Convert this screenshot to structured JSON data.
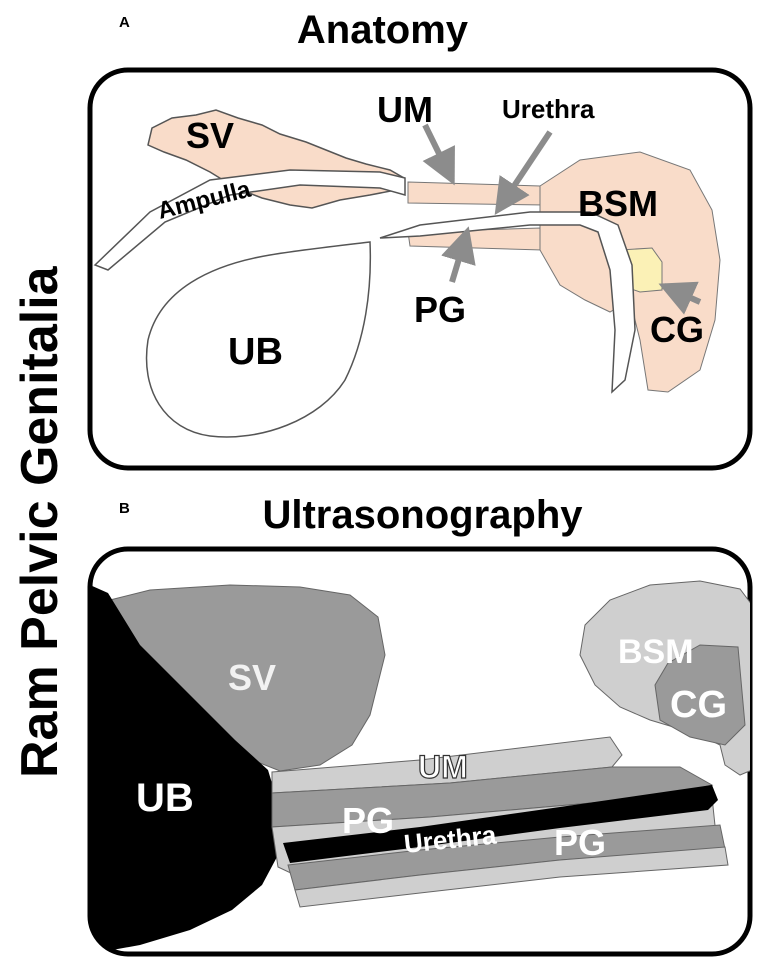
{
  "figure": {
    "side_title": "Ram Pelvic Genitalia",
    "panel_a": {
      "letter": "A",
      "title": "Anatomy",
      "labels": {
        "sv": "SV",
        "ampulla": "Ampulla",
        "um": "UM",
        "urethra": "Urethra",
        "bsm": "BSM",
        "pg": "PG",
        "ub": "UB",
        "cg": "CG"
      }
    },
    "panel_b": {
      "letter": "B",
      "title": "Ultrasonography",
      "labels": {
        "sv": "SV",
        "bsm": "BSM",
        "cg": "CG",
        "ub": "UB",
        "um": "UM",
        "pg_upper": "PG",
        "urethra": "Urethra",
        "pg_lower": "PG"
      }
    }
  },
  "colors": {
    "tissue": "#f9dcc9",
    "cg_fill": "#fbf1b6",
    "us_dark": "#000000",
    "us_mid": "#9a9a9a",
    "us_light": "#cfcfcf"
  }
}
